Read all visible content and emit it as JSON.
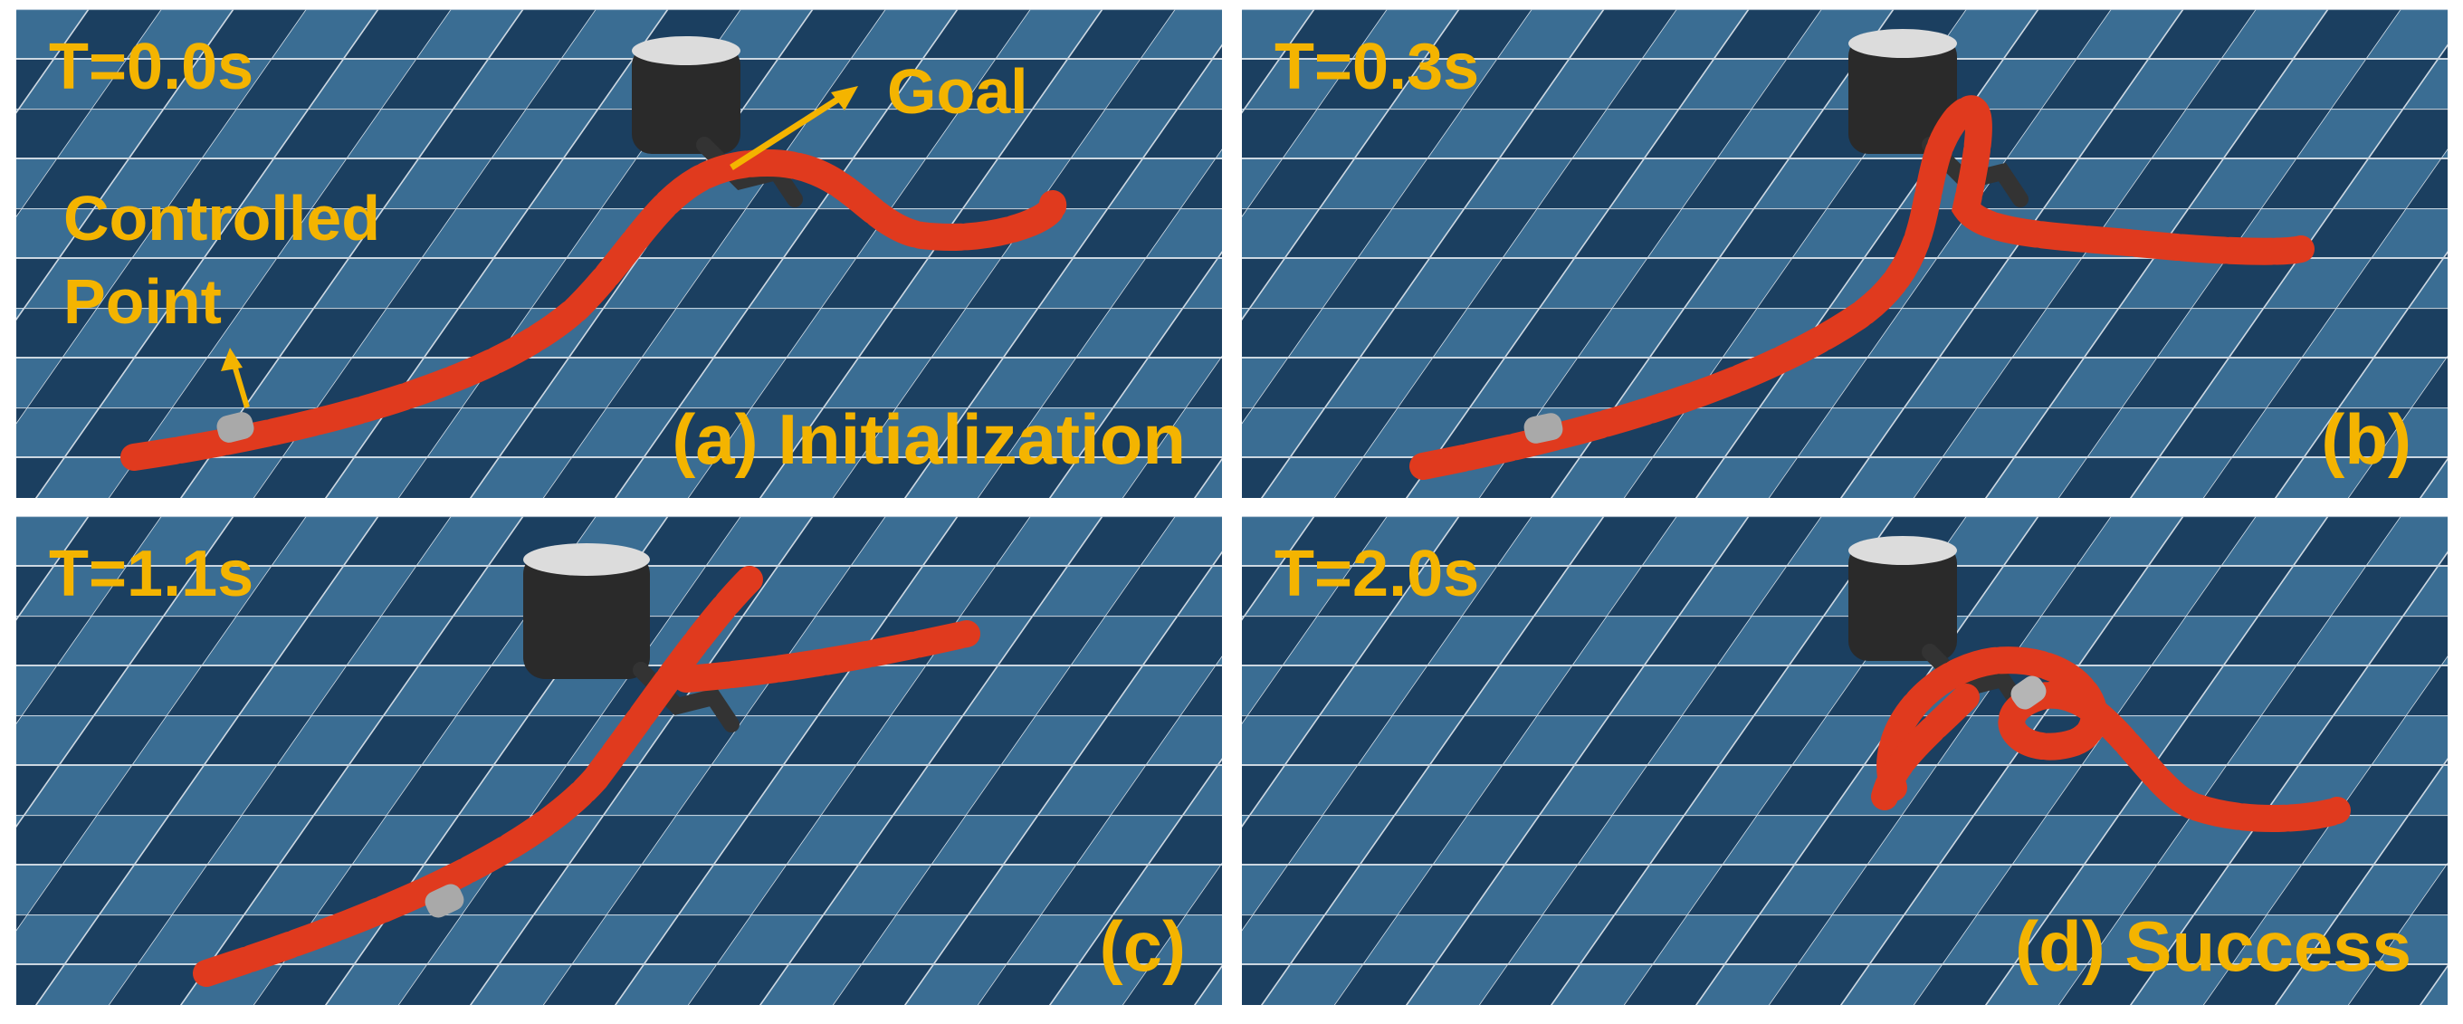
{
  "panels": [
    {
      "id": "a",
      "time": "T=0.0s",
      "caption": "(a) Initialization",
      "goal_label": "Goal",
      "controlled_label_line1": "Controlled",
      "controlled_label_line2": "Point"
    },
    {
      "id": "b",
      "time": "T=0.3s",
      "caption": "(b)"
    },
    {
      "id": "c",
      "time": "T=1.1s",
      "caption": "(c)"
    },
    {
      "id": "d",
      "time": "T=2.0s",
      "caption": "(d) Success"
    }
  ],
  "colors": {
    "floor_dark": "#1b3f60",
    "floor_light": "#3a6d93",
    "grid_line": "#e8eef4",
    "rope": "#e03a1e",
    "rope_highlight": "#ff7a52",
    "controlled_segment": "#a9a9a9",
    "label": "#f4b400",
    "robot_body": "#2a2a2a"
  },
  "icons": [
    "robot-hand-icon"
  ]
}
